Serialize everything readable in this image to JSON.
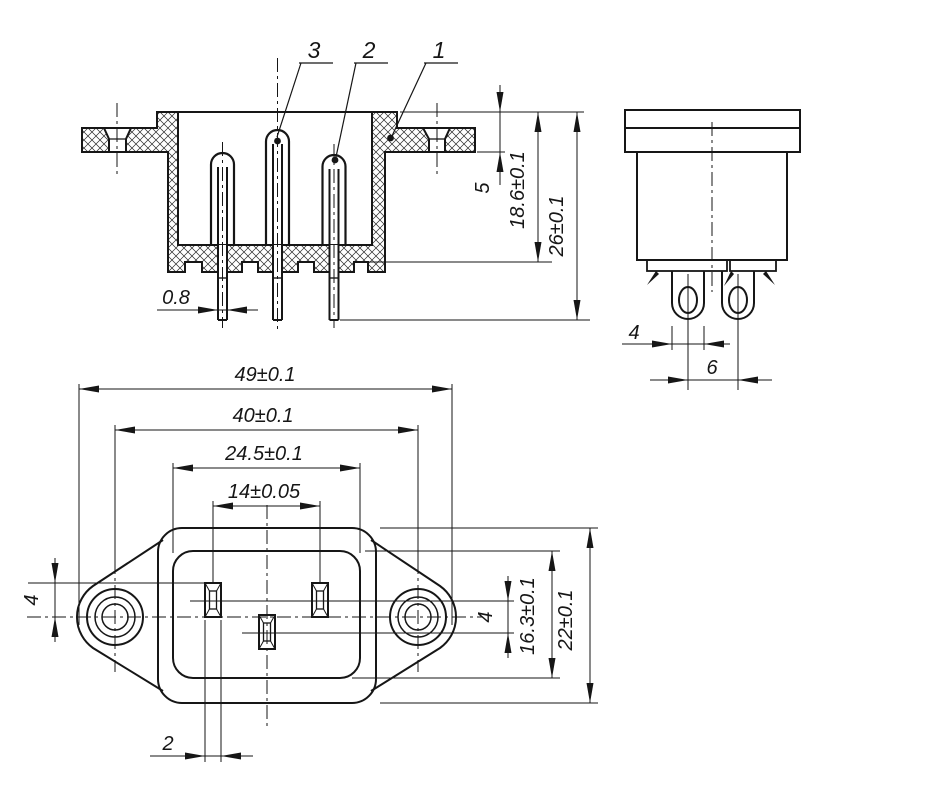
{
  "drawing": {
    "section_view": {
      "part_labels": {
        "p3": "3",
        "p2": "2",
        "p1": "1"
      },
      "dims": {
        "pin_thickness": "0.8",
        "flange_depth": "5",
        "body_depth": "18.6±0.1",
        "overall_depth": "26±0.1"
      }
    },
    "side_view": {
      "dims": {
        "lug_width": "4",
        "lug_pitch": "6"
      }
    },
    "front_view": {
      "dims": {
        "overall_width": "49±0.1",
        "mount_hole_pitch": "40±0.1",
        "recess_width": "24.5±0.1",
        "pin_pitch": "14±0.05",
        "slot_height": "4",
        "row_offset": "4",
        "recess_height": "16.3±0.1",
        "body_height": "22±0.1",
        "slot_width": "2"
      }
    }
  }
}
